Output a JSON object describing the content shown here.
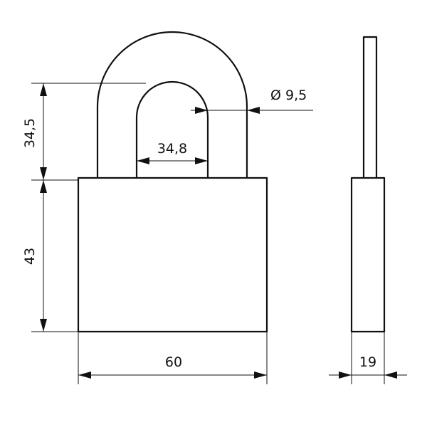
{
  "diagram": {
    "colors": {
      "line": "#111111",
      "background": "#ffffff"
    },
    "dimensions": {
      "shackle_height": "34,5",
      "body_height": "43",
      "shackle_inner_width": "34,8",
      "shackle_diameter": "Ø 9,5",
      "body_width": "60",
      "body_thickness": "19"
    }
  }
}
